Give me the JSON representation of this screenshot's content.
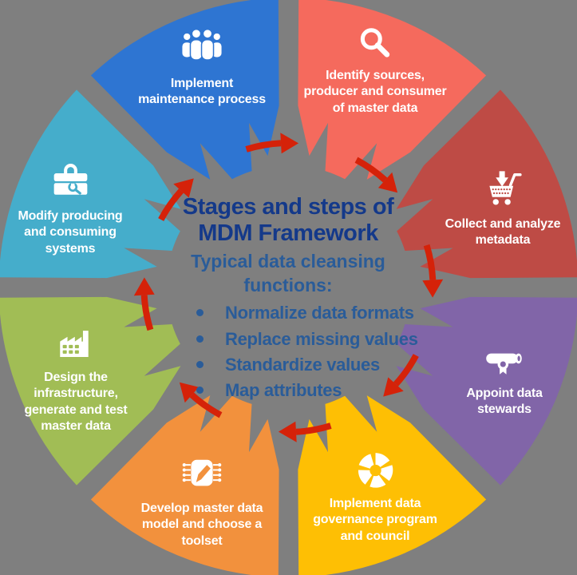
{
  "background_color": "#7F7F7F",
  "center": {
    "title": "Stages and steps of\nMDM Framework",
    "subtitle": "Typical data cleansing\nfunctions:",
    "bullets": [
      "Normalize data formats",
      "Replace missing values",
      "Standardize values",
      "Map attributes"
    ],
    "title_color": "#14398A",
    "body_color": "#2A5C99"
  },
  "arrows": {
    "color": "#D52209",
    "direction": "clockwise",
    "count": 8
  },
  "segments": [
    {
      "id": "implement-maintenance",
      "label": "Implement\nmaintenance process",
      "icon": "people-group-icon",
      "color": "#2E75D2",
      "start_angle": 315
    },
    {
      "id": "identify-sources",
      "label": "Identify sources,\nproducer and consumer\nof master data",
      "icon": "magnifier-icon",
      "color": "#F56A5D",
      "start_angle": 0
    },
    {
      "id": "collect-metadata",
      "label": "Collect and analyze\nmetadata",
      "icon": "cart-download-icon",
      "color": "#BE4B45",
      "start_angle": 45
    },
    {
      "id": "appoint-stewards",
      "label": "Appoint data\nstewards",
      "icon": "diploma-icon",
      "color": "#8165A8",
      "start_angle": 90
    },
    {
      "id": "governance",
      "label": "Implement data\ngovernance program\nand council",
      "icon": "aperture-icon",
      "color": "#FEBF04",
      "start_angle": 135
    },
    {
      "id": "develop-model",
      "label": "Develop master data\nmodel and choose a\ntoolset",
      "icon": "chip-pen-icon",
      "color": "#F2913D",
      "start_angle": 180
    },
    {
      "id": "design-infrastructure",
      "label": "Design the\ninfrastructure,\ngenerate and test\nmaster data",
      "icon": "factory-icon",
      "color": "#A1BD55",
      "start_angle": 225
    },
    {
      "id": "modify-systems",
      "label": "Modify producing\nand consuming\nsystems",
      "icon": "toolbox-icon",
      "color": "#45ADCB",
      "start_angle": 270
    }
  ]
}
